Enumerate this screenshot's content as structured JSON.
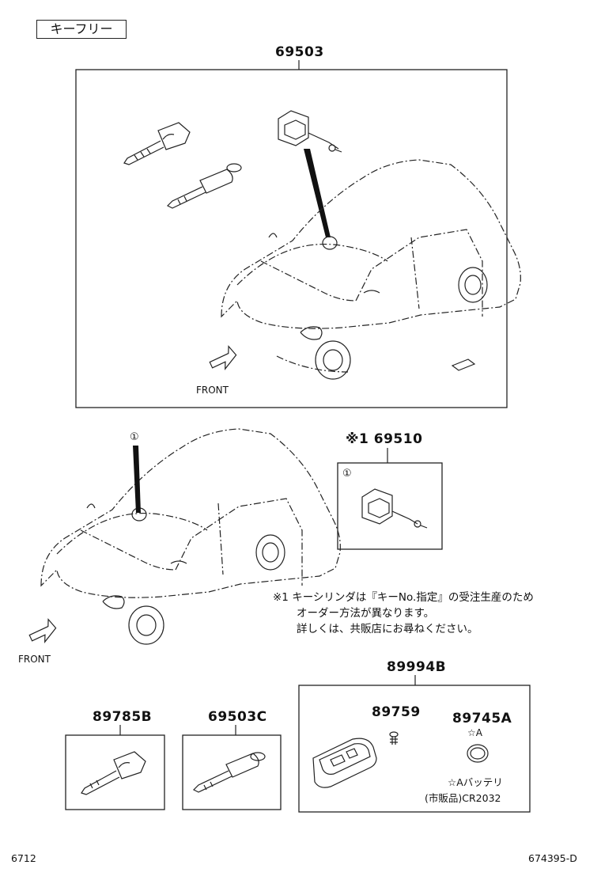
{
  "header": {
    "title": "キーフリー"
  },
  "parts": {
    "p69503": "69503",
    "p69510": "※1 69510",
    "p89994B": "89994B",
    "p89785B": "89785B",
    "p69503C": "69503C",
    "p89759": "89759",
    "p89745A": "89745A"
  },
  "labels": {
    "front_top": "FRONT",
    "front_bottom": "FRONT",
    "circle1_car": "①",
    "circle1_box": "①",
    "star_a": "☆A",
    "battery_line1": "☆Aバッテリ",
    "battery_line2": "(市販品)CR2032"
  },
  "note": {
    "line1": "※1 キーシリンダは『キーNo.指定』の受注生産のため",
    "line2": "オーダー方法が異なります。",
    "line3": "詳しくは、共販店にお尋ねください。"
  },
  "footer": {
    "left": "6712",
    "right": "674395-D"
  }
}
